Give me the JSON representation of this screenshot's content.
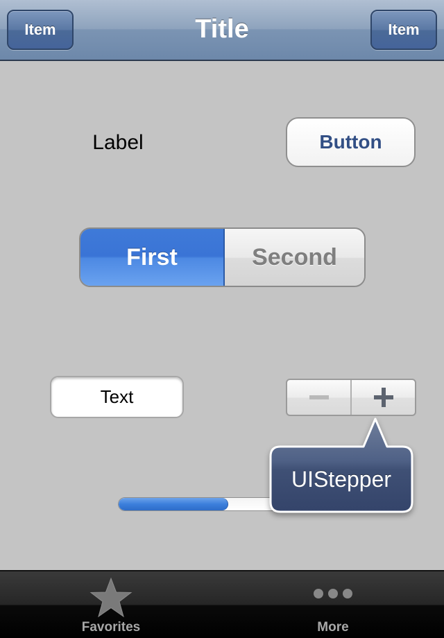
{
  "navbar": {
    "left_item": "Item",
    "title": "Title",
    "right_item": "Item"
  },
  "content": {
    "label": "Label",
    "button": "Button",
    "segmented": [
      "First",
      "Second"
    ],
    "segmented_selected": "First",
    "text_field_value": "Text",
    "progress_fraction": 0.53,
    "tooltip_text": "UIStepper"
  },
  "tabbar": {
    "items": [
      {
        "label": "Favorites",
        "icon": "star-icon"
      },
      {
        "label": "More",
        "icon": "more-icon"
      }
    ]
  },
  "colors": {
    "navbar": "#8ea3bd",
    "background": "#c4c4c4",
    "segment_selected": "#3a74d6",
    "button_text": "#324f85",
    "tooltip": "#3d4f73"
  }
}
